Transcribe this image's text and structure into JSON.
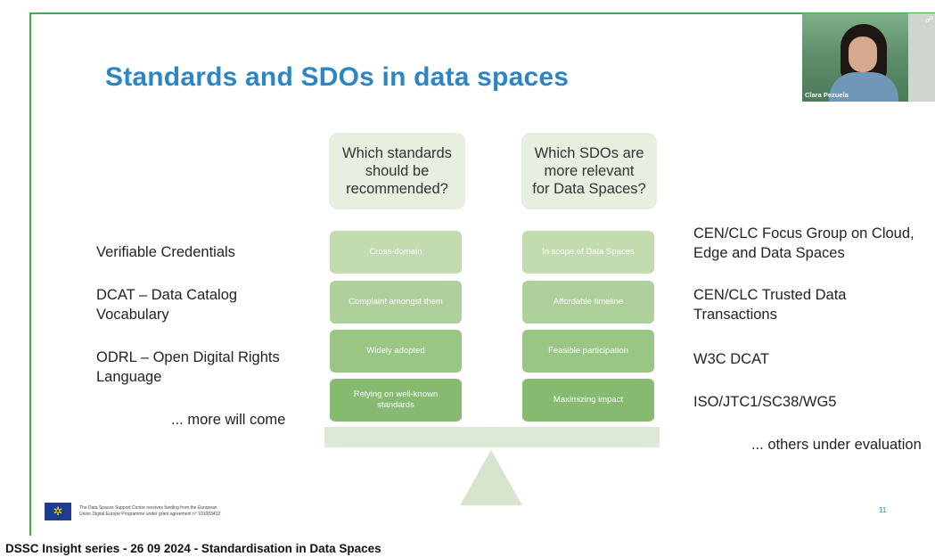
{
  "slide": {
    "title": "Standards and SDOs in data spaces",
    "questions": [
      "Which standards\nshould be\nrecommended?",
      "Which SDOs are\nmore relevant\nfor Data Spaces?"
    ],
    "criteria_left": [
      "Cross-domain",
      "Complaint amongst them",
      "Widely adopted",
      "Relying on well-known standards"
    ],
    "criteria_right": [
      "In scope of Data Spaces",
      "Affordable timeline",
      "Feasible participation",
      "Maximizing impact"
    ],
    "standards": [
      "Verifiable Credentials",
      "DCAT – Data Catalog Vocabulary",
      "ODRL – Open Digital Rights Language",
      "... more will come"
    ],
    "sdos": [
      "CEN/CLC Focus Group on Cloud, Edge and Data Spaces",
      "CEN/CLC Trusted Data Transactions",
      "W3C DCAT",
      "ISO/JTC1/SC38/WG5",
      "... others under evaluation"
    ],
    "funding_text": "The Data Spaces Support Centre receives funding from the European\nUnion Digital Europe Programme under grant agreement n° 101083412.",
    "page_number": "11"
  },
  "video": {
    "participant_name": "Clara Pezuela"
  },
  "caption": "DSSC Insight series - 26 09 2024 - Standardisation in Data Spaces",
  "colors": {
    "accent_green": "#3fae4a",
    "title_blue": "#2c86c4"
  },
  "icons": [
    "eu-flag-icon"
  ]
}
